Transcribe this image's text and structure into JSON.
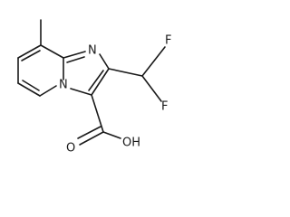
{
  "molecule": {
    "atoms": {
      "n_imidazole": "N",
      "n_bridgehead": "N",
      "f_top": "F",
      "f_right": "F",
      "o_carbonyl": "O",
      "oh_hydroxyl": "OH"
    }
  }
}
